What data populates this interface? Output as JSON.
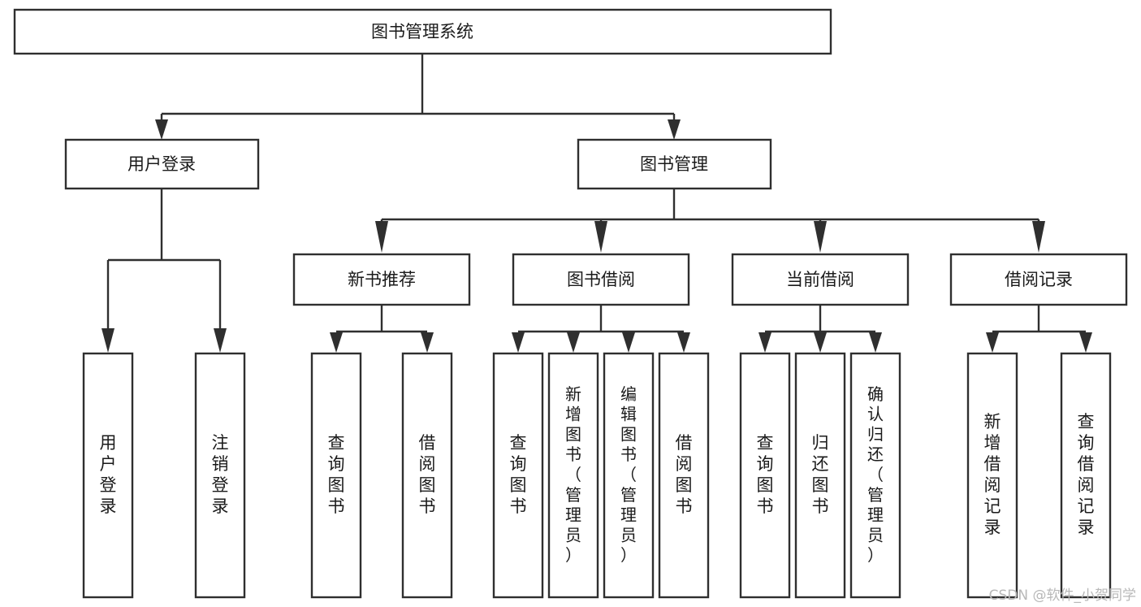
{
  "diagram": {
    "title": "图书管理系统",
    "type": "hierarchy-tree",
    "levels": 4,
    "root": {
      "id": "root",
      "label": "图书管理系统",
      "orientation": "horizontal"
    },
    "level2": [
      {
        "id": "user-login",
        "label": "用户登录",
        "orientation": "horizontal"
      },
      {
        "id": "book-management",
        "label": "图书管理",
        "orientation": "horizontal"
      }
    ],
    "level3": [
      {
        "id": "new-book-recommend",
        "label": "新书推荐",
        "orientation": "horizontal",
        "parent": "book-management"
      },
      {
        "id": "book-borrow",
        "label": "图书借阅",
        "orientation": "horizontal",
        "parent": "book-management"
      },
      {
        "id": "current-borrow",
        "label": "当前借阅",
        "orientation": "horizontal",
        "parent": "book-management"
      },
      {
        "id": "borrow-record",
        "label": "借阅记录",
        "orientation": "horizontal",
        "parent": "book-management"
      }
    ],
    "leaves": {
      "user-login": [
        {
          "id": "leaf-user-login",
          "label": "用户登录",
          "orientation": "vertical"
        },
        {
          "id": "leaf-logout-login",
          "label": "注销登录",
          "orientation": "vertical"
        }
      ],
      "new-book-recommend": [
        {
          "id": "leaf-query-book-1",
          "label": "查询图书",
          "orientation": "vertical"
        },
        {
          "id": "leaf-borrow-book-1",
          "label": "借阅图书",
          "orientation": "vertical"
        }
      ],
      "book-borrow": [
        {
          "id": "leaf-query-book-2",
          "label": "查询图书",
          "orientation": "vertical"
        },
        {
          "id": "leaf-add-book",
          "label": "新增图书（管理员）",
          "orientation": "vertical"
        },
        {
          "id": "leaf-edit-book",
          "label": "编辑图书（管理员）",
          "orientation": "vertical"
        },
        {
          "id": "leaf-borrow-book-2",
          "label": "借阅图书",
          "orientation": "vertical"
        }
      ],
      "current-borrow": [
        {
          "id": "leaf-query-book-3",
          "label": "查询图书",
          "orientation": "vertical"
        },
        {
          "id": "leaf-return-book",
          "label": "归还图书",
          "orientation": "vertical"
        },
        {
          "id": "leaf-confirm-return",
          "label": "确认归还（管理员）",
          "orientation": "vertical"
        }
      ],
      "borrow-record": [
        {
          "id": "leaf-add-record",
          "label": "新增借阅记录",
          "orientation": "vertical"
        },
        {
          "id": "leaf-query-record",
          "label": "查询借阅记录",
          "orientation": "vertical"
        }
      ]
    }
  },
  "watermark": {
    "text": "CSDN @软件_小贺同学"
  },
  "colors": {
    "background": "#ffffff",
    "stroke": "#2f2f2f",
    "box_fill": "#ffffff",
    "text": "#1a1a1a",
    "watermark": "#b8b8b8"
  }
}
